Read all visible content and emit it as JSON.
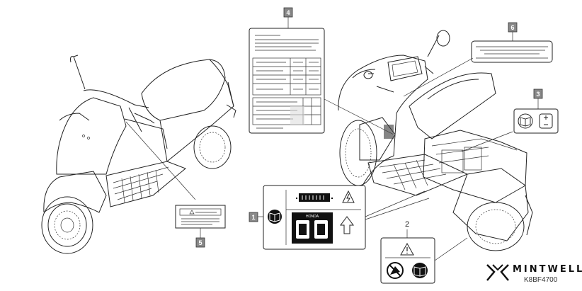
{
  "callouts": {
    "c1": "1",
    "c2": "2",
    "c3": "3",
    "c4": "4",
    "c5": "5",
    "c6": "6"
  },
  "label_texts": {
    "honda_plate": "HONDA"
  },
  "watermark": {
    "brand_name": "MINTWELL",
    "part_code": "K8BF4700"
  },
  "icons": [
    "manual-book-icon",
    "warning-triangle-icon",
    "electric-warning-icon",
    "up-arrow-icon",
    "no-modification-icon",
    "battery-icon"
  ],
  "colors": {
    "callout_fill": "#888888",
    "line": "#222222",
    "label_fill": "#000000"
  }
}
